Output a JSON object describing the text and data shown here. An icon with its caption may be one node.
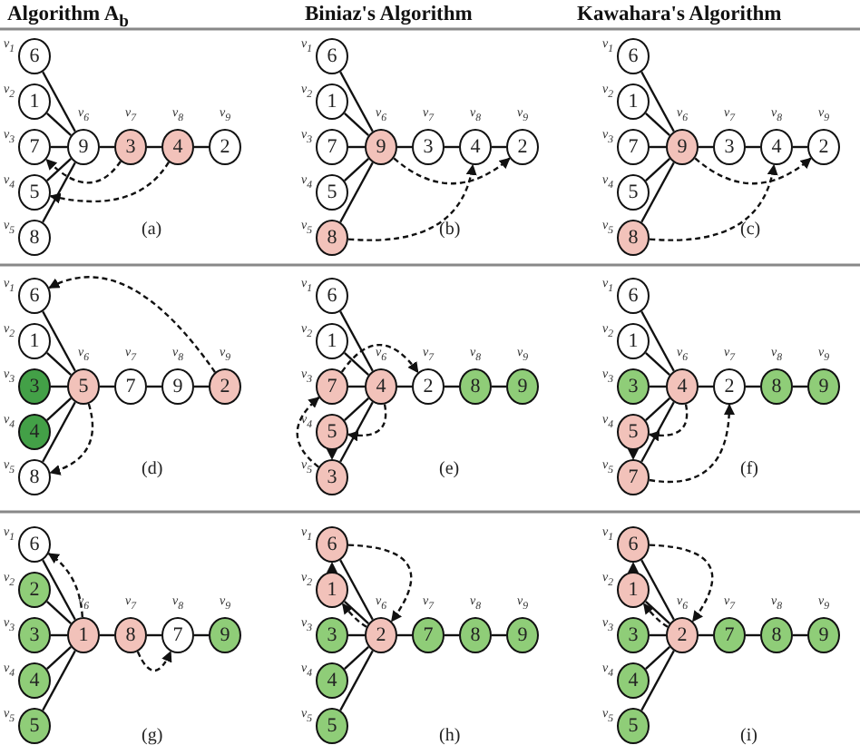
{
  "diagram": {
    "nodes": [
      {
        "text": [
          "6"
        ],
        "beside": [
          "v$_{1}$"
        ]
      },
      {
        "text": [
          "1"
        ],
        "beside": [
          "v$_{2}$"
        ]
      },
      {
        "text": [
          "7"
        ],
        "beside": [
          "v$_{3}$"
        ]
      },
      {
        "text": [
          "5"
        ],
        "beside": [
          "v$_{4}$"
        ]
      },
      {
        "text": [
          "8"
        ],
        "beside": [
          "v$_{5}$"
        ]
      },
      {
        "text": [
          "9"
        ],
        "beside": [
          "v$_{6}$"
        ]
      },
      {
        "text": [
          "3"
        ],
        "beside": [
          "v$_{7}$"
        ]
      },
      {
        "text": [
          "4"
        ],
        "beside": [
          "v$_{8}$"
        ]
      },
      {
        "text": [
          "2"
        ],
        "beside": [
          "v$_{9}$"
        ]
      },
      {
        "text": [
          "6"
        ],
        "beside": [
          "v$_{1}$"
        ]
      },
      {
        "text": [
          "1"
        ],
        "beside": [
          "v$_{2}$"
        ]
      },
      {
        "text": [
          "7"
        ],
        "beside": [
          "v$_{3}$"
        ]
      },
      {
        "text": [
          "5"
        ],
        "beside": [
          "v$_{4}$"
        ]
      },
      {
        "text": [
          "8"
        ],
        "beside": [
          "v$_{5}$"
        ]
      },
      {
        "text": [
          "9"
        ],
        "beside": [
          "v$_{6}$"
        ]
      },
      {
        "text": [
          "3"
        ],
        "beside": [
          "v$_{7}$"
        ]
      },
      {
        "text": [
          "4"
        ],
        "beside": [
          "v$_{8}$"
        ]
      },
      {
        "text": [
          "2"
        ],
        "beside": [
          "v$_{9}$"
        ]
      },
      {
        "text": [
          "6"
        ],
        "beside": [
          "v$_{1}$"
        ]
      },
      {
        "text": [
          "1"
        ],
        "beside": [
          "v$_{2}$"
        ]
      },
      {
        "text": [
          "7"
        ],
        "beside": [
          "v$_{3}$"
        ]
      },
      {
        "text": [
          "5"
        ],
        "beside": [
          "v$_{4}$"
        ]
      },
      {
        "text": [
          "8"
        ],
        "beside": [
          "v$_{5}$"
        ]
      },
      {
        "text": [
          "9"
        ],
        "beside": [
          "v$_{6}$"
        ]
      },
      {
        "text": [
          "3"
        ],
        "beside": [
          "v$_{7}$"
        ]
      },
      {
        "text": [
          "4"
        ],
        "beside": [
          "v$_{8}$"
        ]
      },
      {
        "text": [
          "2"
        ],
        "beside": [
          "v$_{9}$"
        ]
      },
      {
        "text": [
          "6"
        ],
        "beside": [
          "v$_{1}$"
        ]
      },
      {
        "text": [
          "1"
        ],
        "beside": [
          "v$_{2}$"
        ]
      },
      {
        "text": [
          "3"
        ],
        "beside": [
          "v$_{3}$"
        ]
      },
      {
        "text": [
          "4"
        ],
        "beside": [
          "v$_{4}$"
        ]
      },
      {
        "text": [
          "8"
        ],
        "beside": [
          "v$_{5}$"
        ]
      },
      {
        "text": [
          "5"
        ],
        "beside": [
          "v$_{6}$"
        ]
      },
      {
        "text": [
          "7"
        ],
        "beside": [
          "v$_{7}$"
        ]
      },
      {
        "text": [
          "9"
        ],
        "beside": [
          "v$_{8}$"
        ]
      },
      {
        "text": [
          "2"
        ],
        "beside": [
          "v$_{9}$"
        ]
      },
      {
        "text": [
          "6"
        ],
        "beside": [
          "v$_{1}$"
        ]
      },
      {
        "text": [
          "1"
        ],
        "beside": [
          "v$_{2}$"
        ]
      },
      {
        "text": [
          "7"
        ],
        "beside": [
          "v$_{3}$"
        ]
      },
      {
        "text": [
          "5"
        ],
        "beside": [
          "v$_{4}$"
        ]
      },
      {
        "text": [
          "3"
        ],
        "beside": [
          "v$_{5}$"
        ]
      },
      {
        "text": [
          "4"
        ],
        "beside": [
          "v$_{6}$"
        ]
      },
      {
        "text": [
          "2"
        ],
        "beside": [
          "v$_{7}$"
        ]
      },
      {
        "text": [
          "8"
        ],
        "beside": [
          "v$_{8}$"
        ]
      },
      {
        "text": [
          "9"
        ],
        "beside": [
          "v$_{9}$"
        ]
      },
      {
        "text": [
          "6"
        ],
        "beside": [
          "v$_{1}$"
        ]
      },
      {
        "text": [
          "1"
        ],
        "beside": [
          "v$_{2}$"
        ]
      },
      {
        "text": [
          "3"
        ],
        "beside": [
          "v$_{3}$"
        ]
      },
      {
        "text": [
          "5"
        ],
        "beside": [
          "v$_{4}$"
        ]
      },
      {
        "text": [
          "7"
        ],
        "beside": [
          "v$_{5}$"
        ]
      },
      {
        "text": [
          "4"
        ],
        "beside": [
          "v$_{6}$"
        ]
      },
      {
        "text": [
          "2"
        ],
        "beside": [
          "v$_{7}$"
        ]
      },
      {
        "text": [
          "8"
        ],
        "beside": [
          "v$_{8}$"
        ]
      },
      {
        "text": [
          "9"
        ],
        "beside": [
          "v$_{9}$"
        ]
      },
      {
        "text": [
          "6"
        ],
        "beside": [
          "v$_{1}$"
        ]
      },
      {
        "text": [
          "2"
        ],
        "beside": [
          "v$_{2}$"
        ]
      },
      {
        "text": [
          "3"
        ],
        "beside": [
          "v$_{3}$"
        ]
      },
      {
        "text": [
          "4"
        ],
        "beside": [
          "v$_{4}$"
        ]
      },
      {
        "text": [
          "5"
        ],
        "beside": [
          "v$_{5}$"
        ]
      },
      {
        "text": [
          "1"
        ],
        "beside": [
          "v$_{6}$"
        ]
      },
      {
        "text": [
          "8"
        ],
        "beside": [
          "v$_{7}$"
        ]
      },
      {
        "text": [
          "7"
        ],
        "beside": [
          "v$_{8}$"
        ]
      },
      {
        "text": [
          "9"
        ],
        "beside": [
          "v$_{9}$"
        ]
      },
      {
        "text": [
          "6"
        ],
        "beside": [
          "v$_{1}$"
        ]
      },
      {
        "text": [
          "1"
        ],
        "beside": [
          "v$_{2}$"
        ]
      },
      {
        "text": [
          "3"
        ],
        "beside": [
          "v$_{3}$"
        ]
      },
      {
        "text": [
          "4"
        ],
        "beside": [
          "v$_{4}$"
        ]
      },
      {
        "text": [
          "5"
        ],
        "beside": [
          "v$_{5}$"
        ]
      },
      {
        "text": [
          "2"
        ],
        "beside": [
          "v$_{6}$"
        ]
      },
      {
        "text": [
          "7"
        ],
        "beside": [
          "v$_{7}$"
        ]
      },
      {
        "text": [
          "8"
        ],
        "beside": [
          "v$_{8}$"
        ]
      },
      {
        "text": [
          "9"
        ],
        "beside": [
          "v$_{9}$"
        ]
      },
      {
        "text": [
          "6"
        ],
        "beside": [
          "v$_{1}$"
        ]
      },
      {
        "text": [
          "1"
        ],
        "beside": [
          "v$_{2}$"
        ]
      },
      {
        "text": [
          "3"
        ],
        "beside": [
          "v$_{3}$"
        ]
      },
      {
        "text": [
          "4"
        ],
        "beside": [
          "v$_{4}$"
        ]
      },
      {
        "text": [
          "5"
        ],
        "beside": [
          "v$_{5}$"
        ]
      },
      {
        "text": [
          "2"
        ],
        "beside": [
          "v$_{6}$"
        ]
      },
      {
        "text": [
          "7"
        ],
        "beside": [
          "v$_{7}$"
        ]
      },
      {
        "text": [
          "8"
        ],
        "beside": [
          "v$_{8}$"
        ]
      },
      {
        "text": [
          "9"
        ],
        "beside": [
          "v$_{9}$"
        ]
      }
    ],
    "edges": [
      {
        "from": 5,
        "to": 0,
        "arrow": "none"
      },
      {
        "from": 5,
        "to": 1,
        "arrow": "none"
      },
      {
        "from": 5,
        "to": 2,
        "arrow": "none"
      },
      {
        "from": 5,
        "to": 3,
        "arrow": "none"
      },
      {
        "from": 5,
        "to": 4,
        "arrow": "none"
      },
      {
        "from": 5,
        "to": 6,
        "arrow": "none"
      },
      {
        "from": 6,
        "to": 7,
        "arrow": "none"
      },
      {
        "from": 7,
        "to": 8,
        "arrow": "none"
      },
      {
        "from": 6,
        "to": 2,
        "arrow": "to",
        "style": "dashed"
      },
      {
        "from": 7,
        "to": 3,
        "arrow": "to",
        "style": "dashed"
      },
      {
        "from": 14,
        "to": 9,
        "arrow": "none"
      },
      {
        "from": 14,
        "to": 10,
        "arrow": "none"
      },
      {
        "from": 14,
        "to": 11,
        "arrow": "none"
      },
      {
        "from": 14,
        "to": 12,
        "arrow": "none"
      },
      {
        "from": 14,
        "to": 13,
        "arrow": "none"
      },
      {
        "from": 14,
        "to": 15,
        "arrow": "none"
      },
      {
        "from": 15,
        "to": 16,
        "arrow": "none"
      },
      {
        "from": 16,
        "to": 17,
        "arrow": "none"
      },
      {
        "from": 14,
        "to": 17,
        "arrow": "to",
        "style": "dashed"
      },
      {
        "from": 13,
        "to": 16,
        "arrow": "to",
        "style": "dashed"
      },
      {
        "from": 23,
        "to": 18,
        "arrow": "none"
      },
      {
        "from": 23,
        "to": 19,
        "arrow": "none"
      },
      {
        "from": 23,
        "to": 20,
        "arrow": "none"
      },
      {
        "from": 23,
        "to": 21,
        "arrow": "none"
      },
      {
        "from": 23,
        "to": 22,
        "arrow": "none"
      },
      {
        "from": 23,
        "to": 24,
        "arrow": "none"
      },
      {
        "from": 24,
        "to": 25,
        "arrow": "none"
      },
      {
        "from": 25,
        "to": 26,
        "arrow": "none"
      },
      {
        "from": 23,
        "to": 26,
        "arrow": "to",
        "style": "dashed"
      },
      {
        "from": 22,
        "to": 25,
        "arrow": "to",
        "style": "dashed"
      },
      {
        "from": 32,
        "to": 27,
        "arrow": "none"
      },
      {
        "from": 32,
        "to": 28,
        "arrow": "none"
      },
      {
        "from": 32,
        "to": 29,
        "arrow": "none"
      },
      {
        "from": 32,
        "to": 30,
        "arrow": "none"
      },
      {
        "from": 32,
        "to": 31,
        "arrow": "none"
      },
      {
        "from": 32,
        "to": 33,
        "arrow": "none"
      },
      {
        "from": 33,
        "to": 34,
        "arrow": "none"
      },
      {
        "from": 34,
        "to": 35,
        "arrow": "none"
      },
      {
        "from": 35,
        "to": 27,
        "arrow": "to",
        "style": "dashed"
      },
      {
        "from": 32,
        "to": 31,
        "arrow": "to",
        "style": "dashed"
      },
      {
        "from": 41,
        "to": 36,
        "arrow": "none"
      },
      {
        "from": 41,
        "to": 37,
        "arrow": "none"
      },
      {
        "from": 41,
        "to": 38,
        "arrow": "none"
      },
      {
        "from": 41,
        "to": 39,
        "arrow": "none"
      },
      {
        "from": 41,
        "to": 40,
        "arrow": "none"
      },
      {
        "from": 41,
        "to": 42,
        "arrow": "none"
      },
      {
        "from": 42,
        "to": 43,
        "arrow": "none"
      },
      {
        "from": 43,
        "to": 44,
        "arrow": "none"
      },
      {
        "from": 38,
        "to": 42,
        "arrow": "to",
        "style": "dashed"
      },
      {
        "from": 41,
        "to": 39,
        "arrow": "to",
        "style": "dashed"
      },
      {
        "from": 40,
        "to": 38,
        "arrow": "to",
        "style": "dashed"
      },
      {
        "from": 39,
        "to": 40,
        "arrow": "to",
        "style": "dashed"
      },
      {
        "from": 50,
        "to": 45,
        "arrow": "none"
      },
      {
        "from": 50,
        "to": 46,
        "arrow": "none"
      },
      {
        "from": 50,
        "to": 47,
        "arrow": "none"
      },
      {
        "from": 50,
        "to": 48,
        "arrow": "none"
      },
      {
        "from": 50,
        "to": 49,
        "arrow": "none"
      },
      {
        "from": 50,
        "to": 51,
        "arrow": "none"
      },
      {
        "from": 51,
        "to": 52,
        "arrow": "none"
      },
      {
        "from": 52,
        "to": 53,
        "arrow": "none"
      },
      {
        "from": 50,
        "to": 48,
        "arrow": "to",
        "style": "dashed"
      },
      {
        "from": 48,
        "to": 49,
        "arrow": "to",
        "style": "dashed"
      },
      {
        "from": 49,
        "to": 51,
        "arrow": "to",
        "style": "dashed"
      },
      {
        "from": 59,
        "to": 54,
        "arrow": "none"
      },
      {
        "from": 59,
        "to": 55,
        "arrow": "none"
      },
      {
        "from": 59,
        "to": 56,
        "arrow": "none"
      },
      {
        "from": 59,
        "to": 57,
        "arrow": "none"
      },
      {
        "from": 59,
        "to": 58,
        "arrow": "none"
      },
      {
        "from": 59,
        "to": 60,
        "arrow": "none"
      },
      {
        "from": 60,
        "to": 61,
        "arrow": "none"
      },
      {
        "from": 61,
        "to": 62,
        "arrow": "none"
      },
      {
        "from": 59,
        "to": 54,
        "arrow": "to",
        "style": "dashed"
      },
      {
        "from": 60,
        "to": 61,
        "arrow": "to",
        "style": "dashed"
      },
      {
        "from": 68,
        "to": 63,
        "arrow": "none"
      },
      {
        "from": 68,
        "to": 64,
        "arrow": "none"
      },
      {
        "from": 68,
        "to": 65,
        "arrow": "none"
      },
      {
        "from": 68,
        "to": 66,
        "arrow": "none"
      },
      {
        "from": 68,
        "to": 67,
        "arrow": "none"
      },
      {
        "from": 68,
        "to": 69,
        "arrow": "none"
      },
      {
        "from": 69,
        "to": 70,
        "arrow": "none"
      },
      {
        "from": 70,
        "to": 71,
        "arrow": "none"
      },
      {
        "from": 68,
        "to": 64,
        "arrow": "to",
        "style": "dashed"
      },
      {
        "from": 64,
        "to": 63,
        "arrow": "to",
        "style": "dashed"
      },
      {
        "from": 63,
        "to": 68,
        "arrow": "to",
        "style": "dashed"
      },
      {
        "from": 77,
        "to": 72,
        "arrow": "none"
      },
      {
        "from": 77,
        "to": 73,
        "arrow": "none"
      },
      {
        "from": 77,
        "to": 74,
        "arrow": "none"
      },
      {
        "from": 77,
        "to": 75,
        "arrow": "none"
      },
      {
        "from": 77,
        "to": 76,
        "arrow": "none"
      },
      {
        "from": 77,
        "to": 78,
        "arrow": "none"
      },
      {
        "from": 78,
        "to": 79,
        "arrow": "none"
      },
      {
        "from": 79,
        "to": 80,
        "arrow": "none"
      },
      {
        "from": 77,
        "to": 73,
        "arrow": "to",
        "style": "dashed"
      },
      {
        "from": 73,
        "to": 72,
        "arrow": "to",
        "style": "dashed"
      },
      {
        "from": 72,
        "to": 77,
        "arrow": "to",
        "style": "dashed"
      }
    ],
    "labels": [
      "Algorithm A$_{b}$",
      "Biniaz's Algorithm",
      "Kawahara's Algorithm",
      "(a)",
      "(b)",
      "(c)",
      "(d)",
      "(e)",
      "(f)",
      "(g)",
      "(h)",
      "(i)"
    ]
  }
}
